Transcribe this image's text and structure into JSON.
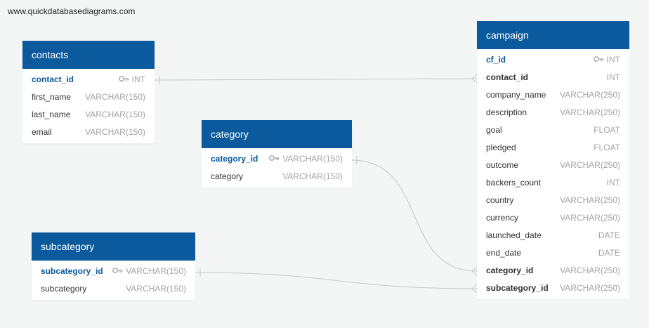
{
  "watermark": "www.quickdatabasediagrams.com",
  "icons": {
    "primary_key": "key-icon"
  },
  "colors": {
    "header": "#0b5a9d",
    "pk_text": "#0b5a9d",
    "type_text": "#a3a3a3",
    "line": "#c7c7c7"
  },
  "tables": {
    "contacts": {
      "title": "contacts",
      "fields": [
        {
          "name": "contact_id",
          "type": "INT",
          "pk": true
        },
        {
          "name": "first_name",
          "type": "VARCHAR(150)"
        },
        {
          "name": "last_name",
          "type": "VARCHAR(150)"
        },
        {
          "name": "email",
          "type": "VARCHAR(150)"
        }
      ]
    },
    "category": {
      "title": "category",
      "fields": [
        {
          "name": "category_id",
          "type": "VARCHAR(150)",
          "pk": true
        },
        {
          "name": "category",
          "type": "VARCHAR(150)"
        }
      ]
    },
    "subcategory": {
      "title": "subcategory",
      "fields": [
        {
          "name": "subcategory_id",
          "type": "VARCHAR(150)",
          "pk": true
        },
        {
          "name": "subcategory",
          "type": "VARCHAR(150)"
        }
      ]
    },
    "campaign": {
      "title": "campaign",
      "fields": [
        {
          "name": "cf_id",
          "type": "INT",
          "pk": true
        },
        {
          "name": "contact_id",
          "type": "INT",
          "fk": true
        },
        {
          "name": "company_name",
          "type": "VARCHAR(250)"
        },
        {
          "name": "description",
          "type": "VARCHAR(250)"
        },
        {
          "name": "goal",
          "type": "FLOAT"
        },
        {
          "name": "pledged",
          "type": "FLOAT"
        },
        {
          "name": "outcome",
          "type": "VARCHAR(250)"
        },
        {
          "name": "backers_count",
          "type": "INT"
        },
        {
          "name": "country",
          "type": "VARCHAR(250)"
        },
        {
          "name": "currency",
          "type": "VARCHAR(250)"
        },
        {
          "name": "launched_date",
          "type": "DATE"
        },
        {
          "name": "end_date",
          "type": "DATE"
        },
        {
          "name": "category_id",
          "type": "VARCHAR(250)",
          "fk": true
        },
        {
          "name": "subcategory_id",
          "type": "VARCHAR(250)",
          "fk": true
        }
      ]
    }
  },
  "relationships": [
    {
      "from": "contacts.contact_id",
      "to": "campaign.contact_id",
      "from_end": "one",
      "to_end": "many"
    },
    {
      "from": "category.category_id",
      "to": "campaign.category_id",
      "from_end": "one",
      "to_end": "many"
    },
    {
      "from": "subcategory.subcategory_id",
      "to": "campaign.subcategory_id",
      "from_end": "one",
      "to_end": "many"
    }
  ]
}
